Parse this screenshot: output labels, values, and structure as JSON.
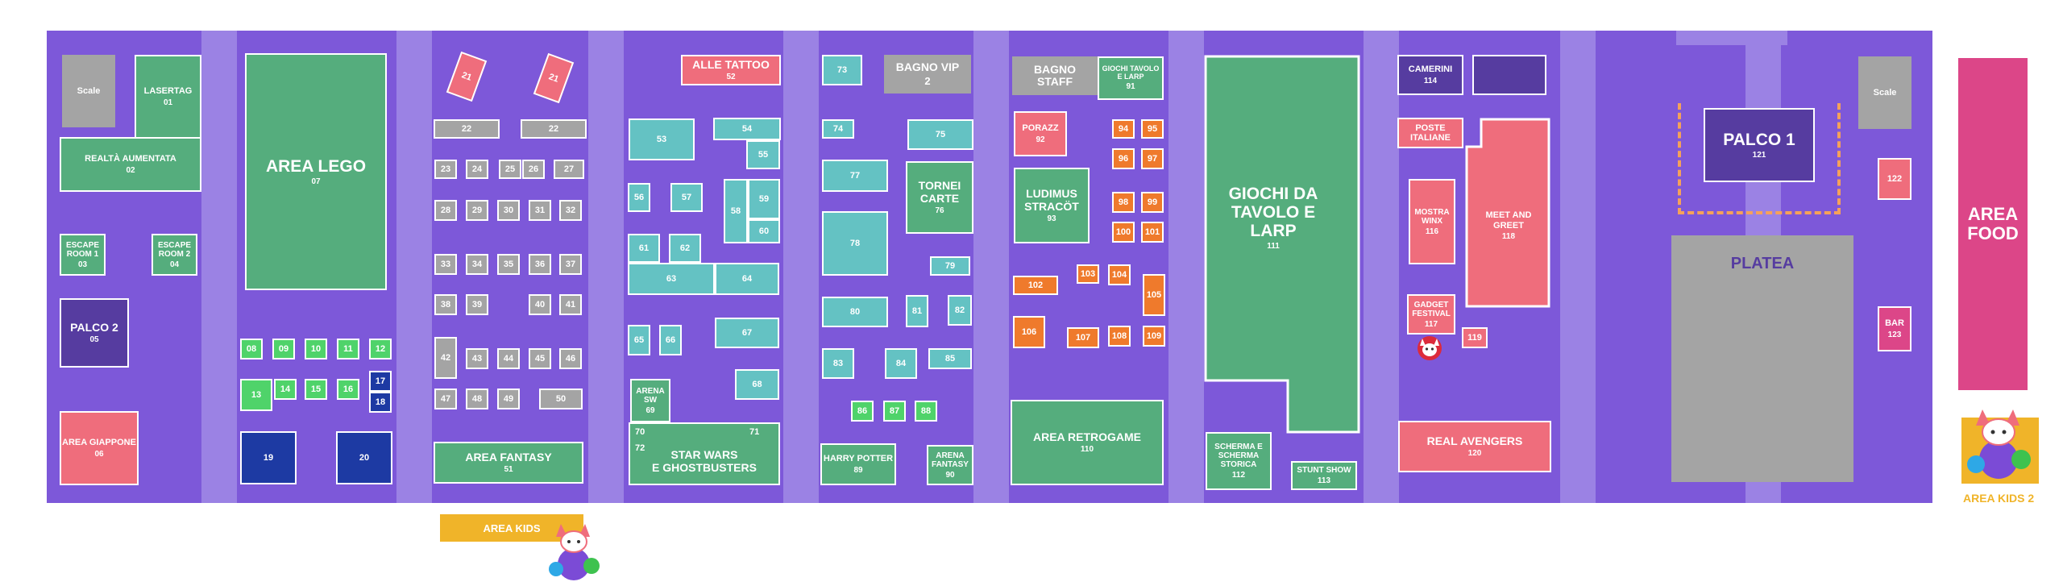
{
  "areas": {
    "scale_left": "Scale",
    "scale_right": "Scale",
    "a01": {
      "label": "LASERTAG",
      "num": "01"
    },
    "a02": {
      "label": "REALTÀ AUMENTATA",
      "num": "02"
    },
    "a03": {
      "label": "ESCAPE ROOM 1",
      "num": "03"
    },
    "a04": {
      "label": "ESCAPE ROOM 2",
      "num": "04"
    },
    "a05": {
      "label": "PALCO 2",
      "num": "05"
    },
    "a06": {
      "label": "AREA GIAPPONE",
      "num": "06"
    },
    "a07": {
      "label": "AREA LEGO",
      "num": "07"
    },
    "small_green": [
      "08",
      "09",
      "10",
      "11",
      "12",
      "13",
      "14",
      "15",
      "16"
    ],
    "a17": "17",
    "a18": "18",
    "a19": "19",
    "a20": "20",
    "a21": "21",
    "a22": "22",
    "fantasy_stands": [
      "23",
      "24",
      "25",
      "26",
      "27",
      "28",
      "29",
      "30",
      "31",
      "32",
      "33",
      "34",
      "35",
      "36",
      "37",
      "38",
      "39",
      "40",
      "41",
      "42",
      "43",
      "44",
      "45",
      "46",
      "47",
      "48",
      "49",
      "50"
    ],
    "a51": {
      "label": "AREA FANTASY",
      "num": "51"
    },
    "a52": {
      "label": "ALLE TATTOO",
      "num": "52"
    },
    "teal_stands": [
      "53",
      "54",
      "55",
      "56",
      "57",
      "58",
      "59",
      "60",
      "61",
      "62",
      "63",
      "64",
      "65",
      "66",
      "67",
      "68"
    ],
    "a69": {
      "label": "ARENA SW",
      "num": "69"
    },
    "a70": "70",
    "a71": "71",
    "a72": "72",
    "a70_72_label": "STAR WARS\nE GHOSTBUSTERS",
    "a73": "73",
    "bagno_vip": {
      "label": "BAGNO VIP",
      "num": "2"
    },
    "a74": "74",
    "a75": "75",
    "a76": {
      "label": "TORNEI CARTE",
      "num": "76"
    },
    "teal_stands_2": [
      "77",
      "78",
      "79",
      "80",
      "81",
      "82",
      "83",
      "84",
      "85"
    ],
    "green_small_2": [
      "86",
      "87",
      "88"
    ],
    "a89": {
      "label": "HARRY POTTER",
      "num": "89"
    },
    "a90": {
      "label": "ARENA FANTASY",
      "num": "90"
    },
    "bagno_staff": "BAGNO\nSTAFF",
    "a91": {
      "label": "GIOCHI TAVOLO E LARP",
      "num": "91"
    },
    "a92": {
      "label": "PORAZZ",
      "num": "92"
    },
    "a93": {
      "label": "LUDIMUS STRACÖT",
      "num": "93"
    },
    "orange_stands": [
      "94",
      "95",
      "96",
      "97",
      "98",
      "99",
      "100",
      "101",
      "102",
      "103",
      "104",
      "105",
      "106",
      "107",
      "108",
      "109"
    ],
    "a110": {
      "label": "AREA RETROGAME",
      "num": "110"
    },
    "a111": {
      "label": "GIOCHI DA TAVOLO E LARP",
      "num": "111"
    },
    "a112": {
      "label": "SCHERMA E SCHERMA STORICA",
      "num": "112"
    },
    "a113": {
      "label": "STUNT SHOW",
      "num": "113"
    },
    "a114": {
      "label": "CAMERINI",
      "num": "114"
    },
    "poste": "POSTE\nITALIANE",
    "a116": {
      "label": "MOSTRA WINX",
      "num": "116"
    },
    "a117": {
      "label": "GADGET FESTIVAL",
      "num": "117"
    },
    "a118": {
      "label": "MEET AND GREET",
      "num": "118"
    },
    "a119": "119",
    "a120": {
      "label": "REAL AVENGERS",
      "num": "120"
    },
    "a121": {
      "label": "PALCO 1",
      "num": "121"
    },
    "platea": "PLATEA",
    "a122": "122",
    "a123": {
      "label": "BAR",
      "num": "123"
    },
    "food": "AREA\nFOOD",
    "kids": "AREA KIDS",
    "kids2": "AREA KIDS 2"
  },
  "colors": {
    "hall": "#7d58d9",
    "aisle": "#9b82e4",
    "green": "#55ad7d",
    "light_green": "#4fd36a",
    "dark_blue": "#1d3aa3",
    "dark_purple": "#563ca0",
    "gray": "#a4a4a4",
    "pink": "#ef6d7c",
    "teal": "#64c2c3",
    "orange": "#ef7a2c",
    "magenta": "#dc4688",
    "kids_yellow": "#f0b429"
  },
  "icons": [
    "fox-mascot-icon"
  ]
}
